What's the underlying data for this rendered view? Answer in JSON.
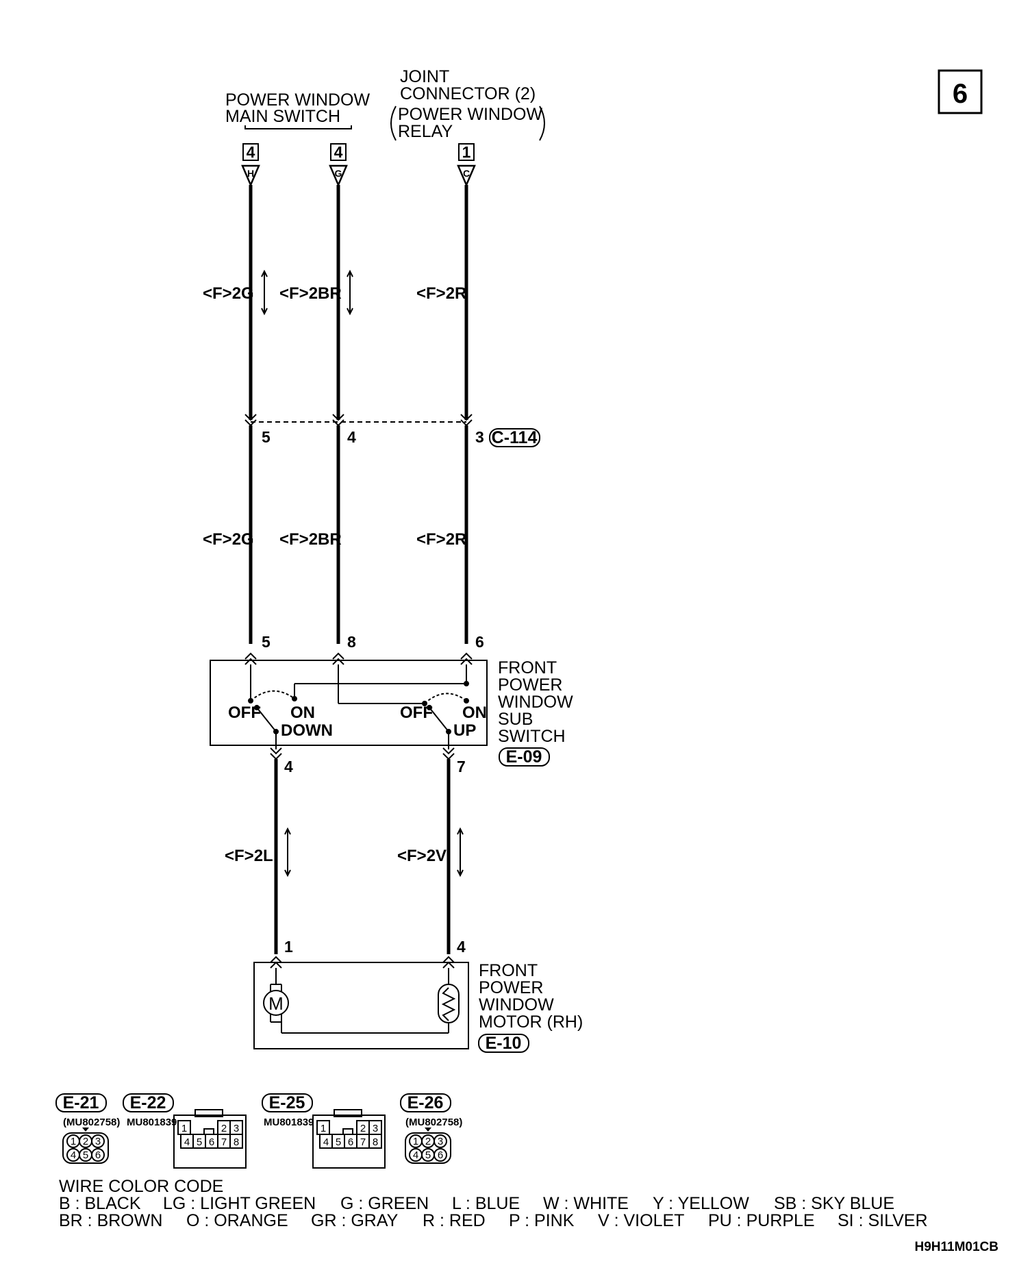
{
  "page_number": "6",
  "top_labels": {
    "main_switch": [
      "POWER WINDOW",
      "MAIN SWITCH"
    ],
    "joint_connector": [
      "JOINT",
      "CONNECTOR (2)",
      "POWER WINDOW",
      "RELAY"
    ]
  },
  "source_terminals": [
    {
      "pin": "4",
      "letter": "H"
    },
    {
      "pin": "4",
      "letter": "G"
    },
    {
      "pin": "1",
      "letter": "C"
    }
  ],
  "wire_colors_upper": [
    "<F>2G",
    "<F>2BR",
    "<F>2R"
  ],
  "wire_colors_middle": [
    "<F>2G",
    "<F>2BR",
    "<F>2R"
  ],
  "connector_c114": {
    "pins": [
      "5",
      "4",
      "3"
    ],
    "code": "C-114"
  },
  "sub_switch": {
    "input_pins": [
      "5",
      "8",
      "6"
    ],
    "output_pins": [
      "4",
      "7"
    ],
    "name": [
      "FRONT",
      "POWER",
      "WINDOW",
      "SUB",
      "SWITCH"
    ],
    "code": "E-09",
    "down_switch": {
      "off": "OFF",
      "on": "ON",
      "position": "DOWN"
    },
    "up_switch": {
      "off": "OFF",
      "on": "ON",
      "position": "UP"
    }
  },
  "wire_colors_lower": [
    "<F>2L",
    "<F>2V"
  ],
  "motor": {
    "pins": [
      "1",
      "4"
    ],
    "name": [
      "FRONT",
      "POWER",
      "WINDOW",
      "MOTOR (RH)"
    ],
    "code": "E-10",
    "motor_symbol": "M"
  },
  "connectors": [
    {
      "code": "E-21",
      "part": "(MU802758)",
      "pins_top": [
        "1",
        "2",
        "3"
      ],
      "pins_bottom": [
        "4",
        "5",
        "6"
      ]
    },
    {
      "code": "E-22",
      "part": "MU801839",
      "pins_top": [
        "1",
        "2",
        "3"
      ],
      "pins_bottom": [
        "4",
        "5",
        "6",
        "7",
        "8"
      ]
    },
    {
      "code": "E-25",
      "part": "MU801839",
      "pins_top": [
        "1",
        "2",
        "3"
      ],
      "pins_bottom": [
        "4",
        "5",
        "6",
        "7",
        "8"
      ]
    },
    {
      "code": "E-26",
      "part": "(MU802758)",
      "pins_top": [
        "1",
        "2",
        "3"
      ],
      "pins_bottom": [
        "4",
        "5",
        "6"
      ]
    }
  ],
  "wire_color_code": {
    "title": "WIRE COLOR CODE",
    "row1": [
      "B : BLACK",
      "LG : LIGHT GREEN",
      "G : GREEN",
      "L : BLUE",
      "W : WHITE",
      "Y : YELLOW",
      "SB : SKY BLUE"
    ],
    "row2": [
      "BR : BROWN",
      "O : ORANGE",
      "GR : GRAY",
      "R : RED",
      "P : PINK",
      "V : VIOLET",
      "PU : PURPLE",
      "SI : SILVER"
    ]
  },
  "diagram_id": "H9H11M01CB"
}
